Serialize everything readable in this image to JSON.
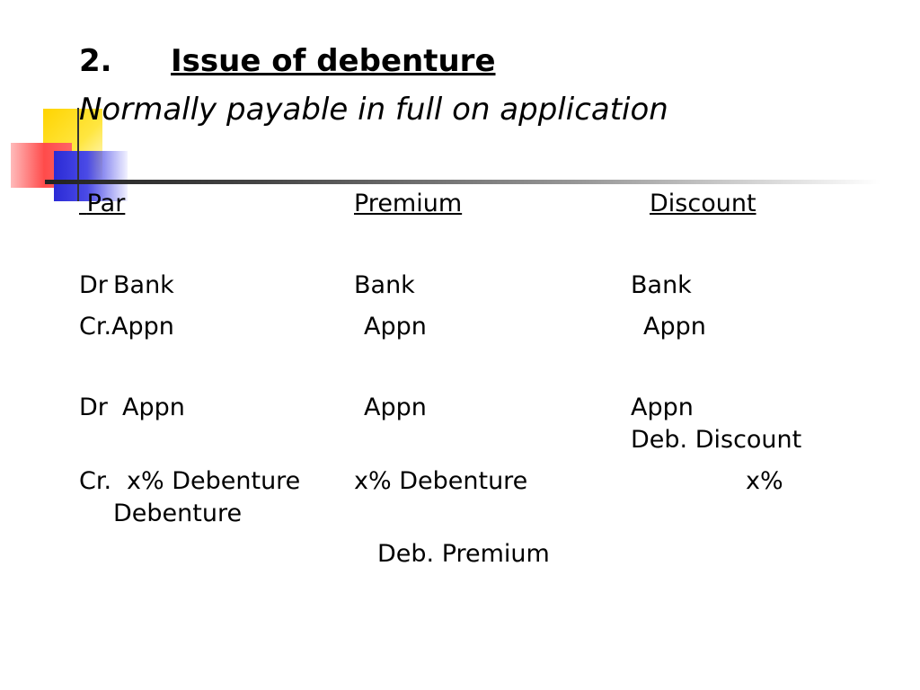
{
  "slide": {
    "title_number": "2.",
    "title": "Issue of debenture",
    "subtitle": "Normally payable in full on application"
  },
  "columns": {
    "headers": {
      "par": "Par",
      "premium": "Premium",
      "discount": "Discount"
    }
  },
  "entries": {
    "row1": {
      "label": "Dr",
      "par": "Bank",
      "premium": "Bank",
      "discount": "Bank"
    },
    "row2": {
      "label": "Cr.",
      "par": "Appn",
      "premium": "Appn",
      "discount": "Appn"
    },
    "row3": {
      "label": "Dr",
      "par": "Appn",
      "premium": "Appn",
      "discount": "Appn",
      "discount_extra": "Deb. Discount"
    },
    "row4": {
      "label": "Cr.",
      "par_line1": "x% Debenture",
      "par_line2": "Debenture",
      "premium": "x% Debenture",
      "discount": "x%",
      "premium_extra": "Deb. Premium"
    }
  }
}
